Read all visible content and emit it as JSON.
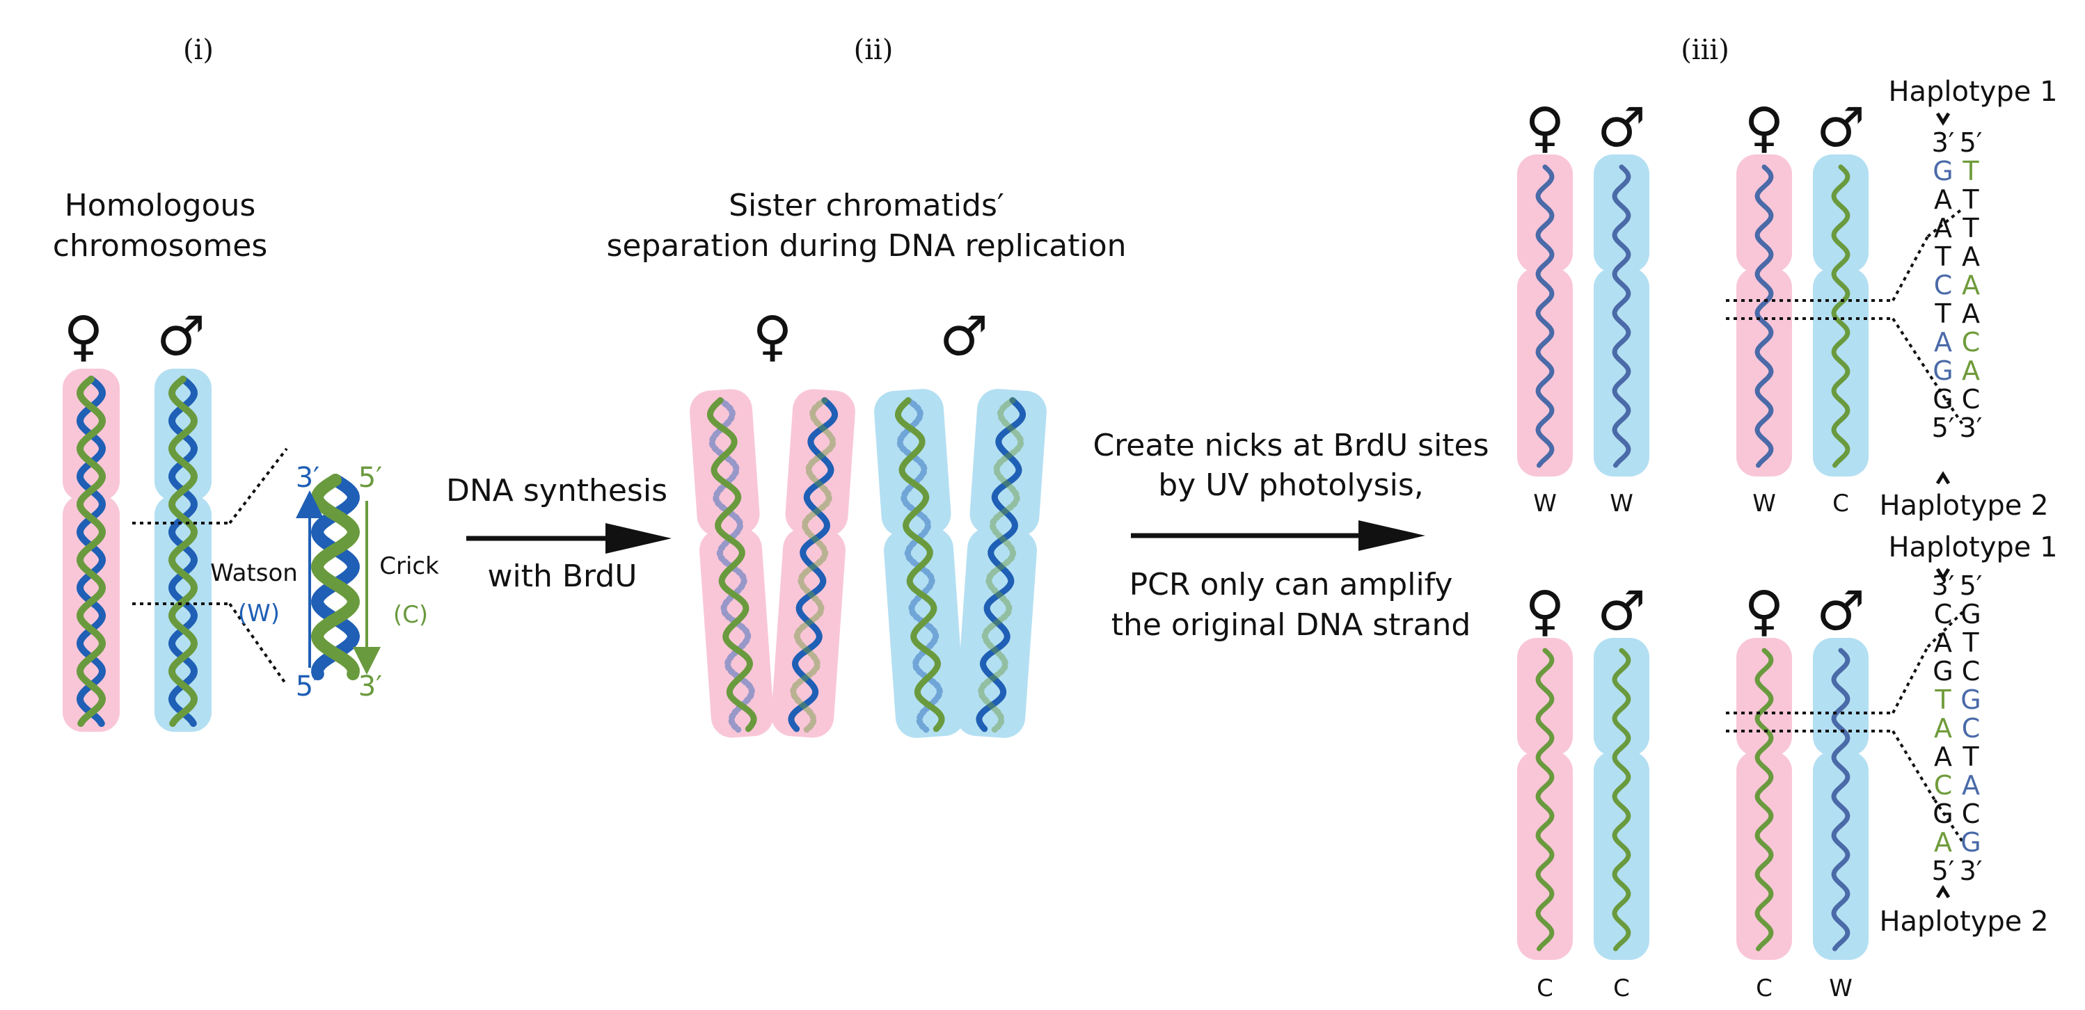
{
  "colors": {
    "female_chr": "#f9c6d8",
    "male_chr": "#b3dff2",
    "watson": "#1f5fb5",
    "crick": "#6a9a3e",
    "watson_seq": "#4a6aa8",
    "crick_seq": "#6f9b3a",
    "text": "#111111"
  },
  "icons": {
    "female": "♀",
    "male": "♂",
    "haplotype_marker": "chevron-icon"
  },
  "panel_i": {
    "label": "(i)",
    "title_line1": "Homologous",
    "title_line2": "chromosomes",
    "watson_label": "Watson",
    "watson_abbr": "(W)",
    "crick_label": "Crick",
    "crick_abbr": "(C)",
    "end_top_left": "3′",
    "end_top_right": "5′",
    "end_bottom_left": "5′",
    "end_bottom_right": "3′"
  },
  "arrow1": {
    "line1": "DNA synthesis",
    "line2": "with BrdU"
  },
  "panel_ii": {
    "label": "(ii)",
    "title_line1": "Sister chromatids′",
    "title_line2": "separation during DNA replication"
  },
  "arrow2": {
    "line1": "Create nicks at BrdU sites",
    "line2": "by UV photolysis,",
    "line3": "PCR only can amplify",
    "line4": "the original DNA strand"
  },
  "panel_iii": {
    "label": "(iii)",
    "top_left": {
      "left": "W",
      "right": "W"
    },
    "top_right": {
      "left": "W",
      "right": "C"
    },
    "bottom_left": {
      "left": "C",
      "right": "C"
    },
    "bottom_right": {
      "left": "C",
      "right": "W"
    },
    "haplotype1": "Haplotype 1",
    "haplotype2": "Haplotype 2",
    "top_seq": {
      "header": [
        "3′",
        "5′"
      ],
      "rows": [
        [
          "G",
          "T"
        ],
        [
          "A",
          "T"
        ],
        [
          "A",
          "T"
        ],
        [
          "T",
          "A"
        ],
        [
          "C",
          "A"
        ],
        [
          "T",
          "A"
        ],
        [
          "A",
          "C"
        ],
        [
          "G",
          "A"
        ],
        [
          "G",
          "C"
        ]
      ],
      "footer": [
        "5′",
        "3′"
      ]
    },
    "bottom_seq": {
      "header": [
        "3′",
        "5′"
      ],
      "rows": [
        [
          "C",
          "G"
        ],
        [
          "A",
          "T"
        ],
        [
          "G",
          "C"
        ],
        [
          "T",
          "G"
        ],
        [
          "A",
          "C"
        ],
        [
          "A",
          "T"
        ],
        [
          "C",
          "A"
        ],
        [
          "G",
          "C"
        ],
        [
          "A",
          "G"
        ]
      ],
      "footer": [
        "5′",
        "3′"
      ]
    }
  }
}
